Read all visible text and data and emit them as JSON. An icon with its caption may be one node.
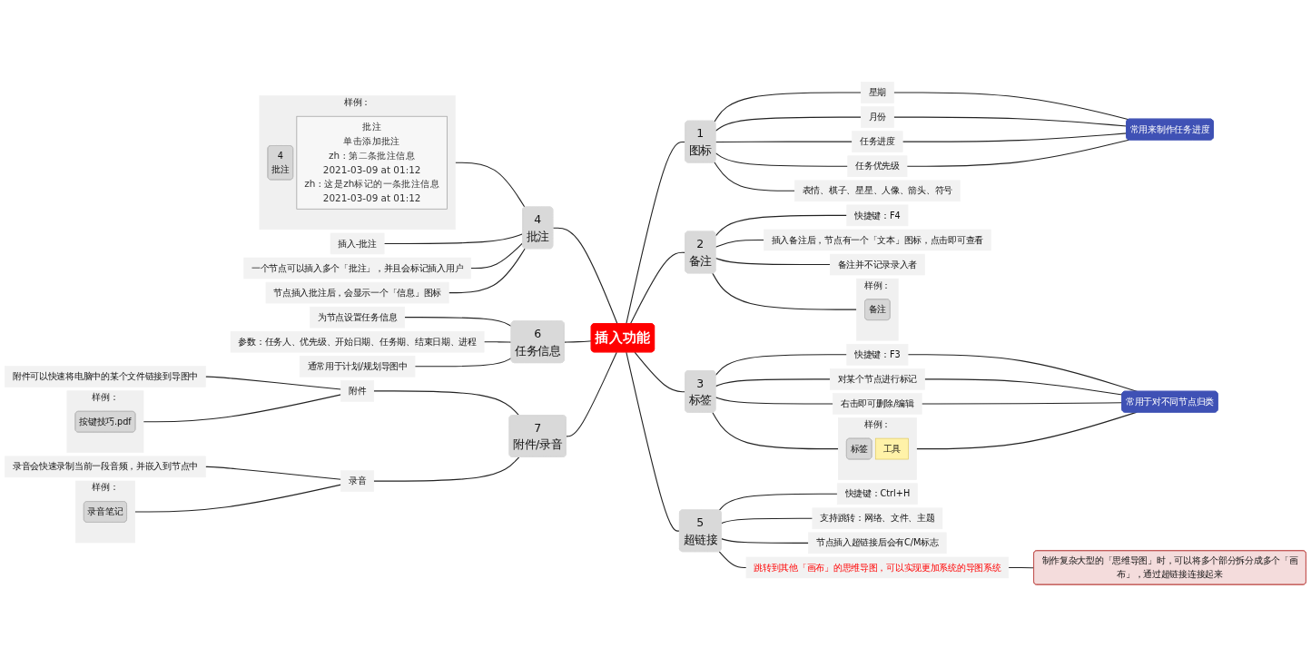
{
  "diagram": {
    "nodes": [
      {
        "text": [
          "插入功能"
        ]
      },
      {
        "text": [
          "1",
          "图标"
        ]
      },
      {
        "text": [
          "星期"
        ]
      },
      {
        "text": [
          "月份"
        ]
      },
      {
        "text": [
          "任务进度"
        ]
      },
      {
        "text": [
          "任务优先级"
        ]
      },
      {
        "text": [
          "表情、棋子、星星、人像、箭头、符号"
        ]
      },
      {
        "text": [
          "常用来制作任务进度"
        ]
      },
      {
        "text": [
          "2",
          "备注"
        ]
      },
      {
        "text": [
          "快捷键：F4"
        ]
      },
      {
        "text": [
          "插入备注后，节点有一个「文本」图标，点击即可查看"
        ]
      },
      {
        "text": [
          "备注并不记录录入者"
        ]
      },
      {
        "text": [
          "样例："
        ]
      },
      {
        "text": [
          "备注"
        ],
        "in": 12
      },
      {
        "text": [
          "3",
          "标签"
        ]
      },
      {
        "text": [
          "快捷键：F3"
        ]
      },
      {
        "text": [
          "对某个节点进行标记"
        ]
      },
      {
        "text": [
          "右击即可删除/编辑"
        ]
      },
      {
        "text": [
          "样例："
        ]
      },
      {
        "text": [
          "标签"
        ],
        "in": 18
      },
      {
        "text": [
          "工具"
        ],
        "in": 18
      },
      {
        "text": [
          "常用于对不同节点归类"
        ]
      },
      {
        "text": [
          "5",
          "超链接"
        ]
      },
      {
        "text": [
          "快捷键：Ctrl+H"
        ]
      },
      {
        "text": [
          "支持跳转：网络、文件、主题"
        ]
      },
      {
        "text": [
          "节点插入超链接后会有C/M标志"
        ]
      },
      {
        "text": [
          "跳转到其他「画布」的思维导图，可以实现更加系统的导图系统"
        ]
      },
      {
        "text": [
          "制作复杂大型的「思维导图」时，可以将多个部分拆分成多个「画布」，通过超链接连接起来"
        ]
      },
      {
        "text": [
          "4",
          "批注"
        ]
      },
      {
        "text": [
          "插入-批注"
        ]
      },
      {
        "text": [
          "一个节点可以插入多个「批注」，并且会标记插入用户"
        ]
      },
      {
        "text": [
          "节点插入批注后，会显示一个「信息」图标"
        ]
      },
      {
        "text": [
          "样例："
        ]
      },
      {
        "text": [
          "4",
          "批注"
        ],
        "in": 32
      },
      {
        "text": [
          "批注",
          "单击添加批注",
          "zh : 第二条批注信息",
          "2021-03-09 at 01:12",
          "zh : 这是zh标记的一条批注信息",
          "2021-03-09 at 01:12"
        ],
        "in": 32
      },
      {
        "text": [
          "6",
          "任务信息"
        ]
      },
      {
        "text": [
          "为节点设置任务信息"
        ]
      },
      {
        "text": [
          "参数：任务人、优先级、开始日期、任务期、结束日期、进程"
        ]
      },
      {
        "text": [
          "通常用于计划/规划导图中"
        ]
      },
      {
        "text": [
          "7",
          "附件/录音"
        ]
      },
      {
        "text": [
          "附件"
        ]
      },
      {
        "text": [
          "附件可以快速将电脑中的某个文件链接到导图中"
        ]
      },
      {
        "text": [
          "样例："
        ]
      },
      {
        "text": [
          "按键技巧.pdf"
        ],
        "in": 42
      },
      {
        "text": [
          "录音"
        ]
      },
      {
        "text": [
          "录音会快速录制当前一段音频，并嵌入到节点中"
        ]
      },
      {
        "text": [
          "样例："
        ]
      },
      {
        "text": [
          "录音笔记"
        ],
        "in": 46
      }
    ],
    "edges": [
      {
        "from": 0,
        "to": 1,
        "arrow": "none"
      },
      {
        "from": 1,
        "to": 2,
        "arrow": "none"
      },
      {
        "from": 1,
        "to": 3,
        "arrow": "none"
      },
      {
        "from": 1,
        "to": 4,
        "arrow": "none"
      },
      {
        "from": 1,
        "to": 5,
        "arrow": "none"
      },
      {
        "from": 1,
        "to": 6,
        "arrow": "none"
      },
      {
        "from": 2,
        "to": 7,
        "arrow": "none"
      },
      {
        "from": 3,
        "to": 7,
        "arrow": "none"
      },
      {
        "from": 4,
        "to": 7,
        "arrow": "none"
      },
      {
        "from": 5,
        "to": 7,
        "arrow": "none"
      },
      {
        "from": 0,
        "to": 8,
        "arrow": "none"
      },
      {
        "from": 8,
        "to": 9,
        "arrow": "none"
      },
      {
        "from": 8,
        "to": 10,
        "arrow": "none"
      },
      {
        "from": 8,
        "to": 11,
        "arrow": "none"
      },
      {
        "from": 8,
        "to": 12,
        "arrow": "none"
      },
      {
        "from": 0,
        "to": 14,
        "arrow": "none"
      },
      {
        "from": 14,
        "to": 15,
        "arrow": "none"
      },
      {
        "from": 14,
        "to": 16,
        "arrow": "none"
      },
      {
        "from": 14,
        "to": 17,
        "arrow": "none"
      },
      {
        "from": 14,
        "to": 18,
        "arrow": "none"
      },
      {
        "from": 15,
        "to": 21,
        "arrow": "none"
      },
      {
        "from": 16,
        "to": 21,
        "arrow": "none"
      },
      {
        "from": 17,
        "to": 21,
        "arrow": "none"
      },
      {
        "from": 18,
        "to": 21,
        "arrow": "none"
      },
      {
        "from": 0,
        "to": 22,
        "arrow": "none"
      },
      {
        "from": 22,
        "to": 23,
        "arrow": "none"
      },
      {
        "from": 22,
        "to": 24,
        "arrow": "none"
      },
      {
        "from": 22,
        "to": 25,
        "arrow": "none"
      },
      {
        "from": 22,
        "to": 26,
        "arrow": "none"
      },
      {
        "from": 26,
        "to": 27,
        "arrow": "none"
      },
      {
        "from": 29,
        "to": 28,
        "arrow": "none"
      },
      {
        "from": 30,
        "to": 28,
        "arrow": "none"
      },
      {
        "from": 31,
        "to": 28,
        "arrow": "none"
      },
      {
        "from": 32,
        "to": 28,
        "arrow": "none"
      },
      {
        "from": 28,
        "to": 0,
        "arrow": "none"
      },
      {
        "from": 36,
        "to": 35,
        "arrow": "none"
      },
      {
        "from": 37,
        "to": 35,
        "arrow": "none"
      },
      {
        "from": 38,
        "to": 35,
        "arrow": "none"
      },
      {
        "from": 35,
        "to": 0,
        "arrow": "none"
      },
      {
        "from": 41,
        "to": 40,
        "arrow": "none"
      },
      {
        "from": 42,
        "to": 40,
        "arrow": "none"
      },
      {
        "from": 45,
        "to": 44,
        "arrow": "none"
      },
      {
        "from": 46,
        "to": 44,
        "arrow": "none"
      },
      {
        "from": 40,
        "to": 39,
        "arrow": "none"
      },
      {
        "from": 44,
        "to": 39,
        "arrow": "none"
      },
      {
        "from": 39,
        "to": 0,
        "arrow": "none"
      }
    ]
  }
}
